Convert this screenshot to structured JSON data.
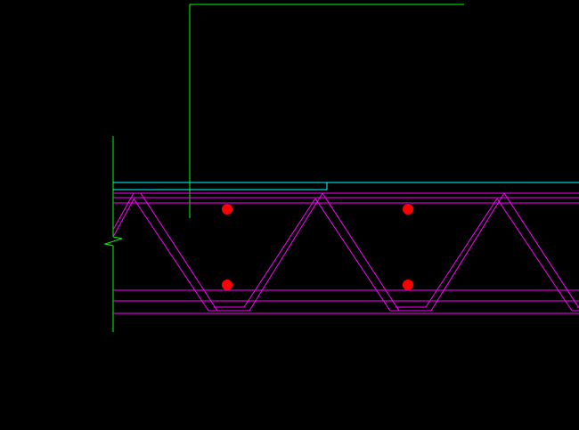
{
  "drawing": {
    "background": "#000000",
    "colors": {
      "guide": "#00ff00",
      "slab_top": "#00ffff",
      "truss": "#ff00ff",
      "rebar": "#ff0000"
    },
    "truss_panels": 3,
    "rebar_layers": [
      "top",
      "bottom"
    ]
  }
}
